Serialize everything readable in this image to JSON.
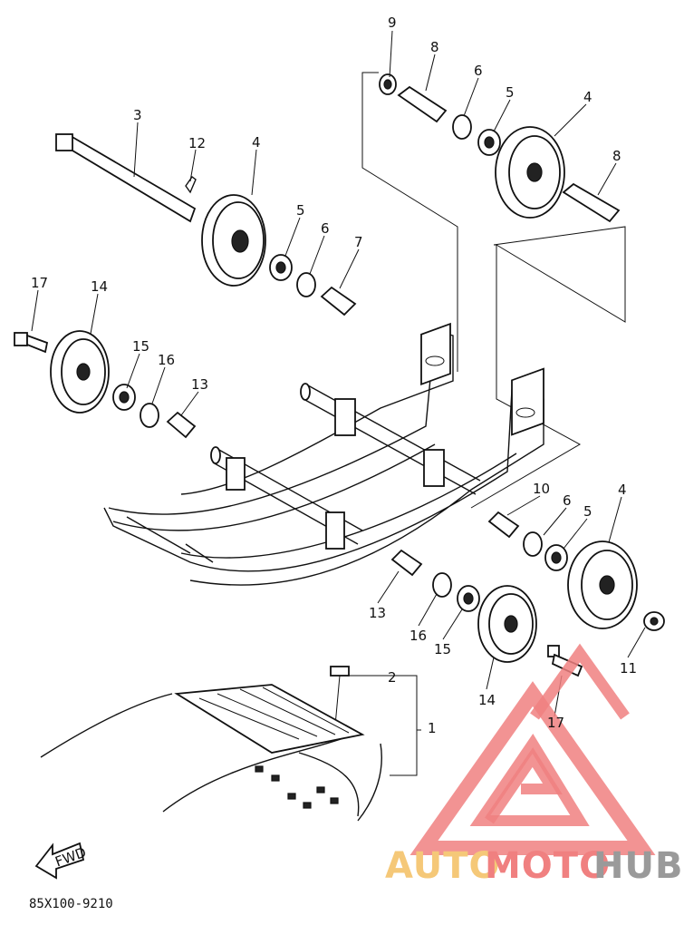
{
  "callouts": [
    {
      "id": "c9",
      "text": "9"
    },
    {
      "id": "c8a",
      "text": "8"
    },
    {
      "id": "c6a",
      "text": "6"
    },
    {
      "id": "c5a",
      "text": "5"
    },
    {
      "id": "c4a",
      "text": "4"
    },
    {
      "id": "c8b",
      "text": "8"
    },
    {
      "id": "c3",
      "text": "3"
    },
    {
      "id": "c12",
      "text": "12"
    },
    {
      "id": "c4b",
      "text": "4"
    },
    {
      "id": "c5b",
      "text": "5"
    },
    {
      "id": "c6b",
      "text": "6"
    },
    {
      "id": "c7",
      "text": "7"
    },
    {
      "id": "c17a",
      "text": "17"
    },
    {
      "id": "c14a",
      "text": "14"
    },
    {
      "id": "c15a",
      "text": "15"
    },
    {
      "id": "c16a",
      "text": "16"
    },
    {
      "id": "c13a",
      "text": "13"
    },
    {
      "id": "c10",
      "text": "10"
    },
    {
      "id": "c6c",
      "text": "6"
    },
    {
      "id": "c5c",
      "text": "5"
    },
    {
      "id": "c4c",
      "text": "4"
    },
    {
      "id": "c13b",
      "text": "13"
    },
    {
      "id": "c16b",
      "text": "16"
    },
    {
      "id": "c15b",
      "text": "15"
    },
    {
      "id": "c14b",
      "text": "14"
    },
    {
      "id": "c11",
      "text": "11"
    },
    {
      "id": "c2",
      "text": "2"
    },
    {
      "id": "c1",
      "text": "1"
    },
    {
      "id": "c17b",
      "text": "17"
    }
  ],
  "fwd_label": "FWD",
  "diagram_code": "85X100-9210",
  "watermark": {
    "text_auto": "AUTO",
    "text_moto": "MOTO",
    "text_hub": "HUB",
    "color_logo": "#f08080",
    "color_auto": "#f5c878",
    "color_hub": "#9a9a9a"
  }
}
